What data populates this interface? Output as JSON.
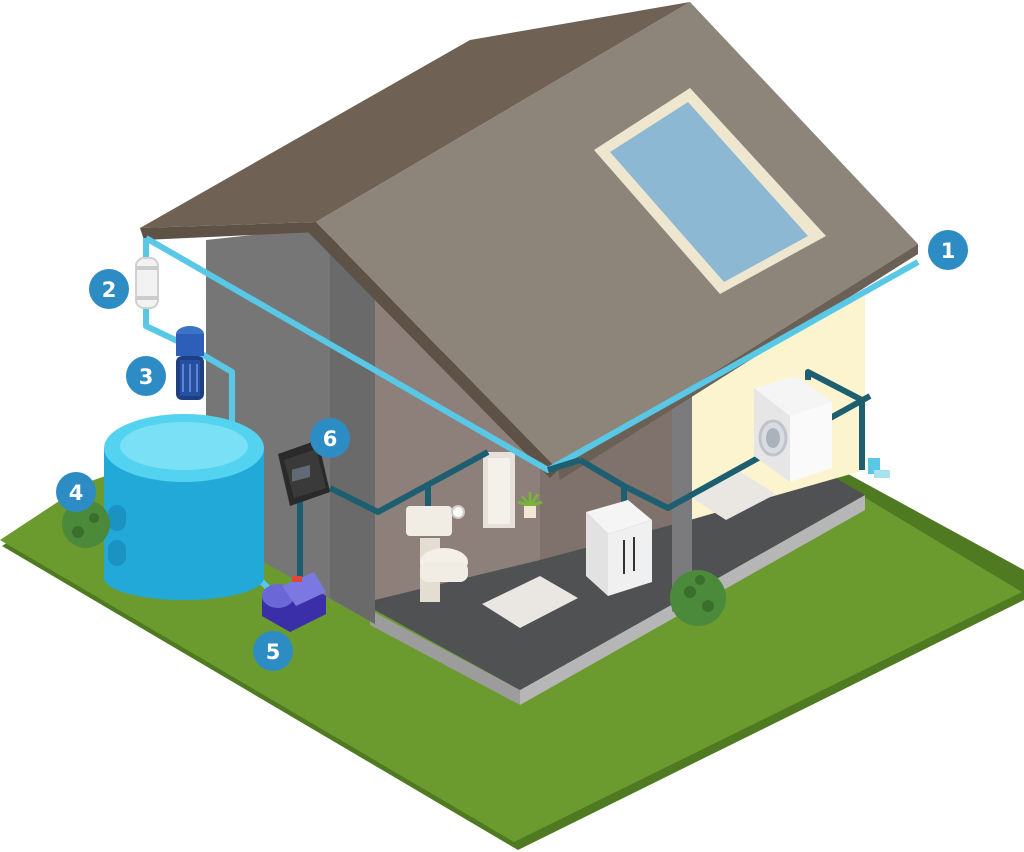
{
  "diagram": {
    "callouts": [
      {
        "id": "roof-gutter",
        "label": "1"
      },
      {
        "id": "first-flush-filter",
        "label": "2"
      },
      {
        "id": "inline-filter",
        "label": "3"
      },
      {
        "id": "storage-tank",
        "label": "4"
      },
      {
        "id": "pump",
        "label": "5"
      },
      {
        "id": "control-unit",
        "label": "6"
      }
    ]
  },
  "colors": {
    "grass": "#6b9a2f",
    "roof": "#8e857a",
    "roof_dark": "#6f6254",
    "wall": "#7b7b7d",
    "interior_wall": "#8d7f79",
    "floor": "#4f5153",
    "pipe_light": "#58c8e6",
    "pipe_dark": "#1d5f70",
    "tank": "#2db6e2",
    "badge": "#2e8cc4"
  }
}
